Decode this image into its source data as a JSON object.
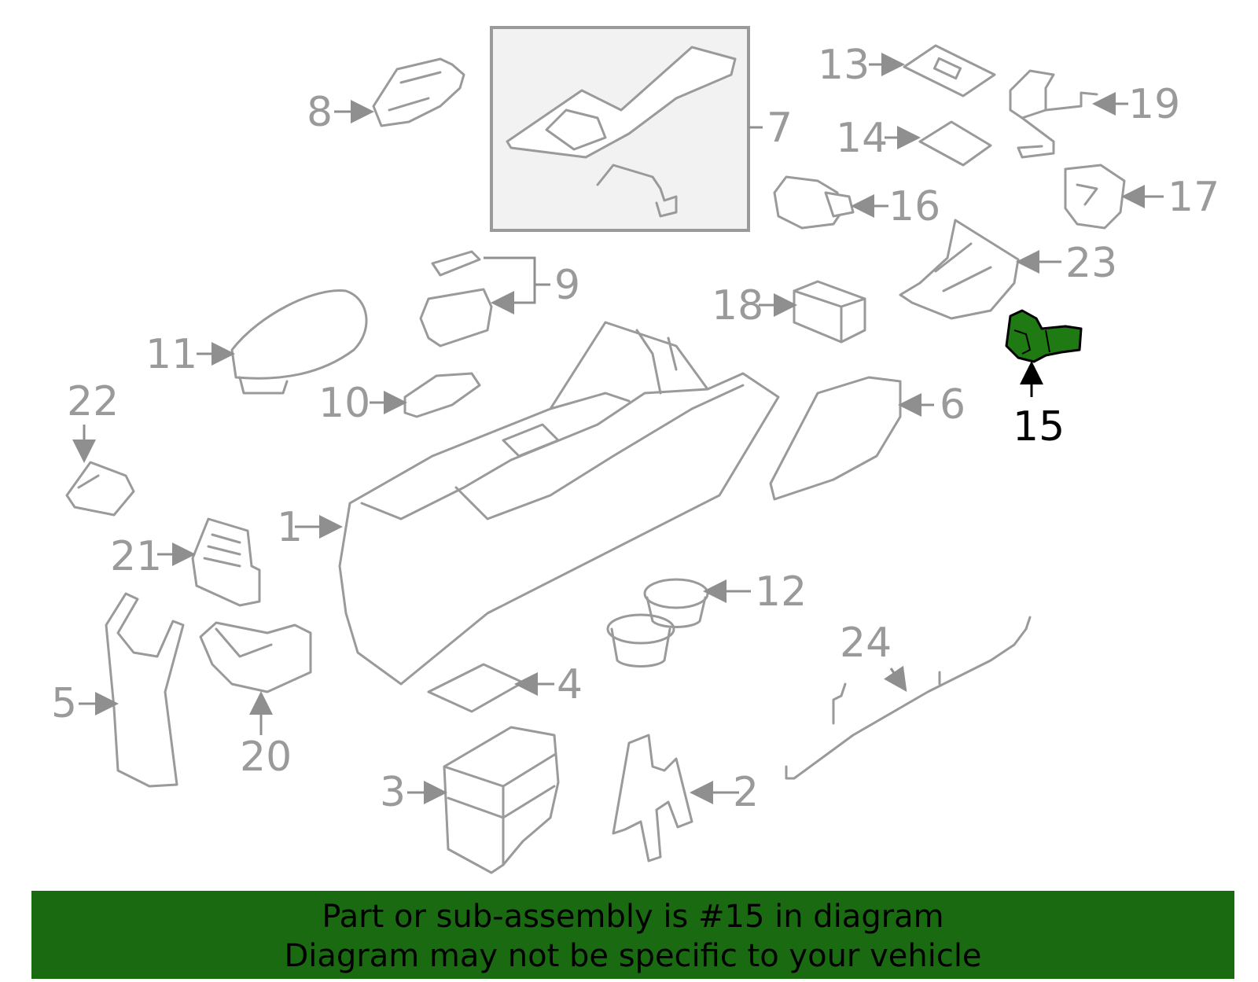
{
  "diagram": {
    "callouts": [
      "1",
      "2",
      "3",
      "4",
      "5",
      "6",
      "7",
      "8",
      "9",
      "10",
      "11",
      "12",
      "13",
      "14",
      "15",
      "16",
      "17",
      "18",
      "19",
      "20",
      "21",
      "22",
      "23",
      "24"
    ],
    "selected_part": "15",
    "selected_color": "#1f7a14",
    "line_color": "#9a9a9a"
  },
  "banner": {
    "line1": "Part or sub-assembly is #15 in diagram",
    "line2": "Diagram may not be specific to your vehicle",
    "background": "#1a6a12"
  }
}
